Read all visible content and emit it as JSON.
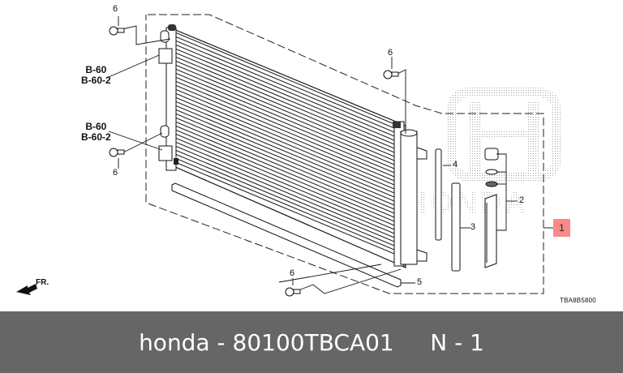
{
  "diagram": {
    "callouts": [
      {
        "id": "callout-1",
        "label": "1"
      },
      {
        "id": "callout-2",
        "label": "2"
      },
      {
        "id": "callout-3",
        "label": "3"
      },
      {
        "id": "callout-4",
        "label": "4"
      },
      {
        "id": "callout-5",
        "label": "5"
      },
      {
        "id": "callout-6a",
        "label": "6"
      },
      {
        "id": "callout-6b",
        "label": "6"
      },
      {
        "id": "callout-6c",
        "label": "6"
      },
      {
        "id": "callout-6d",
        "label": "6"
      }
    ],
    "refs": [
      {
        "line1": "B-60",
        "line2": "B-60-2"
      },
      {
        "line1": "B-60",
        "line2": "B-60-2"
      }
    ],
    "direction_label": "FR.",
    "drawing_code": "TBA8B5800",
    "highlight_color": "#f98a8a",
    "watermark": "HONDA"
  },
  "footer": {
    "title": "honda - 80100TBCA01     N - 1",
    "background": "#666666"
  }
}
